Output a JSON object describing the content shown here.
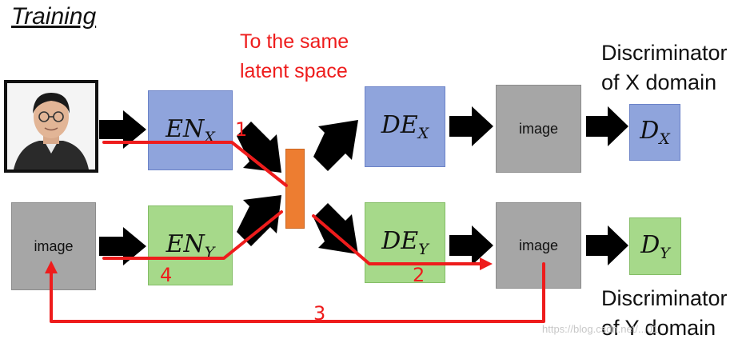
{
  "title": "Training",
  "note_lines": [
    "To the same",
    "latent space"
  ],
  "discriminator_x_lines": [
    "Discriminator",
    "of X domain"
  ],
  "discriminator_y_lines": [
    "Discriminator",
    "of Y domain"
  ],
  "encoders": {
    "x": {
      "main": "EN",
      "sub": "X"
    },
    "y": {
      "main": "EN",
      "sub": "Y"
    }
  },
  "decoders": {
    "x": {
      "main": "DE",
      "sub": "X"
    },
    "y": {
      "main": "DE",
      "sub": "Y"
    }
  },
  "discriminators": {
    "x": {
      "main": "D",
      "sub": "X"
    },
    "y": {
      "main": "D",
      "sub": "Y"
    }
  },
  "image_labels": {
    "input_y": "image",
    "output_x": "image",
    "output_y": "image"
  },
  "annotations": {
    "step1": "1",
    "step2": "2",
    "step3": "3",
    "step4": "4"
  },
  "watermark": "https://blog.csdn.net/...01",
  "colors": {
    "encoder_x": "#8fa4dc",
    "encoder_y": "#a6d98a",
    "latent": "#ed7d31",
    "annotation": "#ee1c1c",
    "image_box": "#a6a6a6"
  }
}
